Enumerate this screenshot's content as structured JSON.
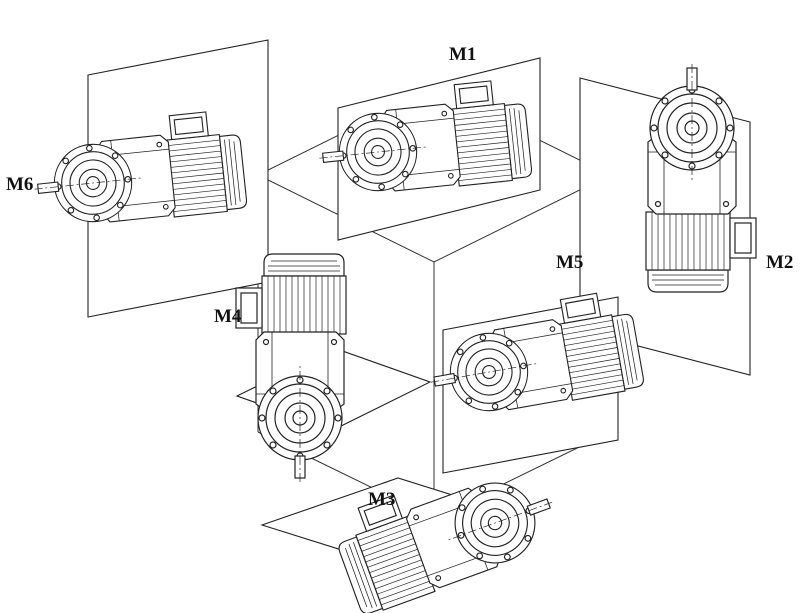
{
  "figure": {
    "description_labels": {
      "m1": "M1",
      "m2": "M2",
      "m3": "M3",
      "m4": "M4",
      "m5": "M5",
      "m6": "M6"
    },
    "colors": {
      "line": "#222222",
      "background": "#ffffff",
      "text": "#111111"
    }
  }
}
